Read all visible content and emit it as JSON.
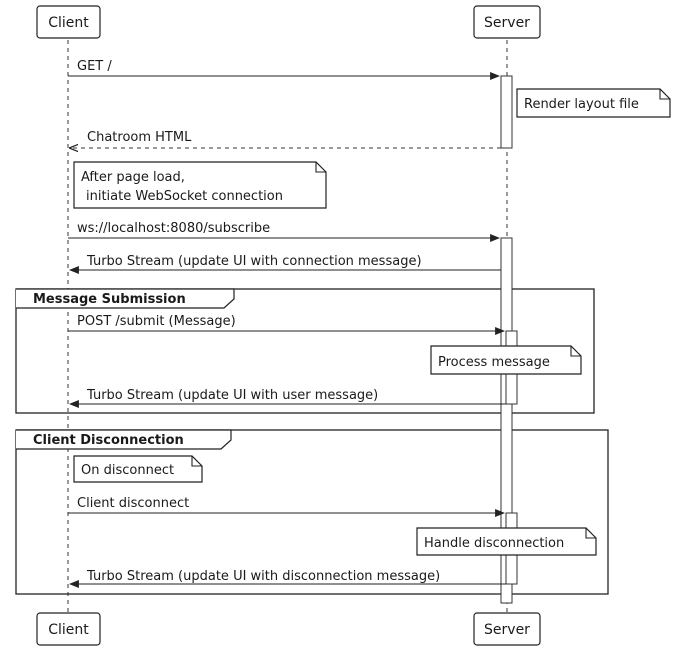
{
  "participants": {
    "client": "Client",
    "server": "Server"
  },
  "messages": {
    "get": "GET /",
    "chatroom_html": "Chatroom HTML",
    "subscribe": "ws://localhost:8080/subscribe",
    "turbo_connection": "Turbo Stream (update UI with connection message)",
    "post_submit": "POST /submit (Message)",
    "turbo_user": "Turbo Stream (update UI with user message)",
    "client_disconnect": "Client disconnect",
    "turbo_disconnection": "Turbo Stream (update UI with disconnection message)"
  },
  "notes": {
    "render_layout": "Render layout file",
    "after_load_1": "After page load,",
    "after_load_2": "initiate WebSocket connection",
    "process_message": "Process message",
    "on_disconnect": "On disconnect",
    "handle_disconnection": "Handle disconnection"
  },
  "groups": {
    "message_submission": "Message Submission",
    "client_disconnection": "Client Disconnection"
  }
}
